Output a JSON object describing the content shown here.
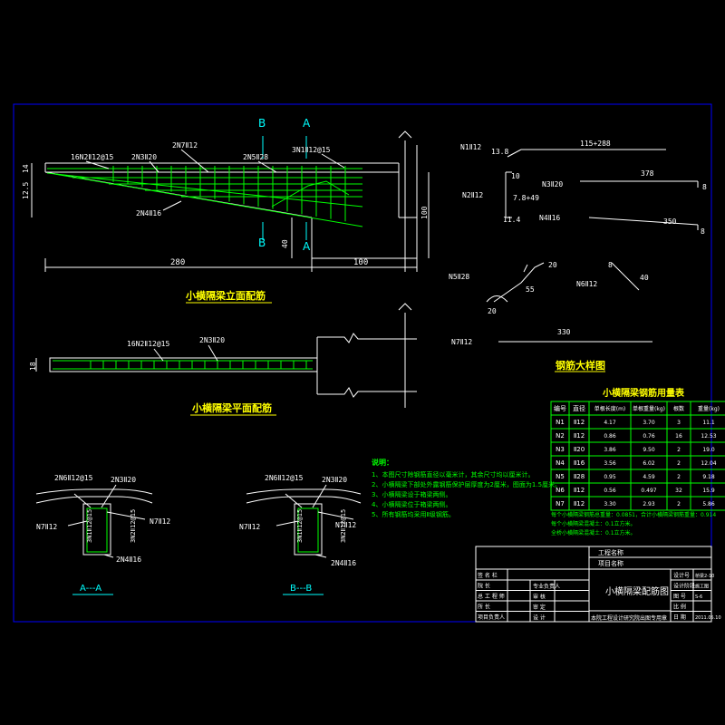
{
  "elevation": {
    "title": "小横隔梁立面配筋",
    "label_b": "B",
    "label_a": "A",
    "n2": "16N2Ⅱ12@15",
    "n3": "2N3Ⅱ20",
    "n7": "2N7Ⅱ12",
    "n5": "2N5Ⅱ28",
    "n1": "3N1Ⅱ12@15",
    "n4": "2N4Ⅱ16",
    "dim_14": "14",
    "dim_12_5": "12.5",
    "dim_100v": "100",
    "dim_40": "40",
    "dim_280": "280",
    "dim_100h": "100"
  },
  "plan": {
    "title": "小横隔梁平面配筋",
    "n2": "16N2Ⅱ12@15",
    "n3": "2N3Ⅱ20",
    "dim_18": "18"
  },
  "details": {
    "title": "钢筋大样图",
    "n1": "N1Ⅱ12",
    "n1_a": "13.8",
    "n1_b": "115+288",
    "n2": "N2Ⅱ12",
    "n2_a": "10",
    "n2_b": "7.8+49",
    "n2_c": "11.4",
    "n3": "N3Ⅱ20",
    "n3_a": "378",
    "n3_b": "8",
    "n4": "N4Ⅱ16",
    "n4_a": "350",
    "n4_b": "8",
    "n5": "N5Ⅱ28",
    "n5_a": "20",
    "n5_b": "55",
    "n5_c": "20",
    "n6": "N6Ⅱ12",
    "n6_a": "8",
    "n6_b": "40",
    "n7": "N7Ⅱ12",
    "n7_a": "330"
  },
  "table": {
    "title": "小横隔梁钢筋用量表",
    "headers": [
      "编号",
      "直径",
      "单根长度(m)",
      "单根重量(kg)",
      "根数",
      "重量(kg)"
    ],
    "rows": [
      [
        "N1",
        "Ⅱ12",
        "4.17",
        "3.70",
        "3",
        "11.1"
      ],
      [
        "N2",
        "Ⅱ12",
        "0.86",
        "0.76",
        "16",
        "12.53"
      ],
      [
        "N3",
        "Ⅱ20",
        "3.86",
        "9.50",
        "2",
        "19.0"
      ],
      [
        "N4",
        "Ⅱ16",
        "3.56",
        "6.02",
        "2",
        "12.04"
      ],
      [
        "N5",
        "Ⅱ28",
        "0.95",
        "4.59",
        "2",
        "9.18"
      ],
      [
        "N6",
        "Ⅱ12",
        "0.56",
        "0.497",
        "32",
        "15.9"
      ],
      [
        "N7",
        "Ⅱ12",
        "3.30",
        "2.93",
        "2",
        "5.86"
      ]
    ],
    "notes": [
      "每个小横隔梁钢筋总重量：0.0851，合计小横隔梁钢筋重量：0.914",
      "每个小横隔梁混凝土：0.1立方米。",
      "全桥小横隔梁混凝土：0.1立方米。"
    ]
  },
  "notes": {
    "title": "说明：",
    "items": [
      "1、本图尺寸除钢筋直径以毫米计，其余尺寸均以厘米计。",
      "2、小横隔梁下部处外露钢筋保护层厚度为2厘米，图面为1.5厘米。",
      "3、小横隔梁设于箱梁两侧。",
      "4、小横隔梁位于箱梁两侧。",
      "5、所有钢筋均采用Ⅱ级钢筋。"
    ]
  },
  "sections": {
    "aa_title": "A---A",
    "bb_title": "B---B",
    "aa": {
      "n6": "2N6Ⅱ12@15",
      "n3": "2N3Ⅱ20",
      "n7l": "N7Ⅱ12",
      "n7r": "N7Ⅱ12",
      "n1": "3N1Ⅱ12@15",
      "n2": "3N2Ⅱ12@15",
      "n4": "2N4Ⅱ16"
    },
    "bb": {
      "n6": "2N6Ⅱ12@15",
      "n3": "2N3Ⅱ20",
      "n7l": "N7Ⅱ12",
      "n7r": "N7Ⅱ12",
      "n1": "3N1Ⅱ12@15",
      "n2": "3N2Ⅱ12@15",
      "n4": "2N4Ⅱ16"
    }
  },
  "titleblock": {
    "project": "工程名称",
    "item": "项目名称",
    "drawing": "小横隔梁配筋图",
    "left_rows": [
      "签 名 栏",
      "院 长",
      "总 工 程 师",
      "所 长",
      "项目负责人"
    ],
    "mid_rows": [
      "专业负责人",
      "审 核",
      "审 定",
      "设 计"
    ],
    "right_keys": [
      "设计号",
      "设计阶段",
      "图 号",
      "比 例",
      "日 期"
    ],
    "right_vals": [
      "桥梁2-10",
      "施工图",
      "S-6",
      "",
      "2011.05.10"
    ],
    "bottom": "本院工程设计研究院出图专用章"
  },
  "colors": {
    "line": "#ffffff",
    "rebar": "#00ff00",
    "label": "#ffffff",
    "title": "#00ff00",
    "table": "#00ff00",
    "frame": "#0000ff"
  }
}
